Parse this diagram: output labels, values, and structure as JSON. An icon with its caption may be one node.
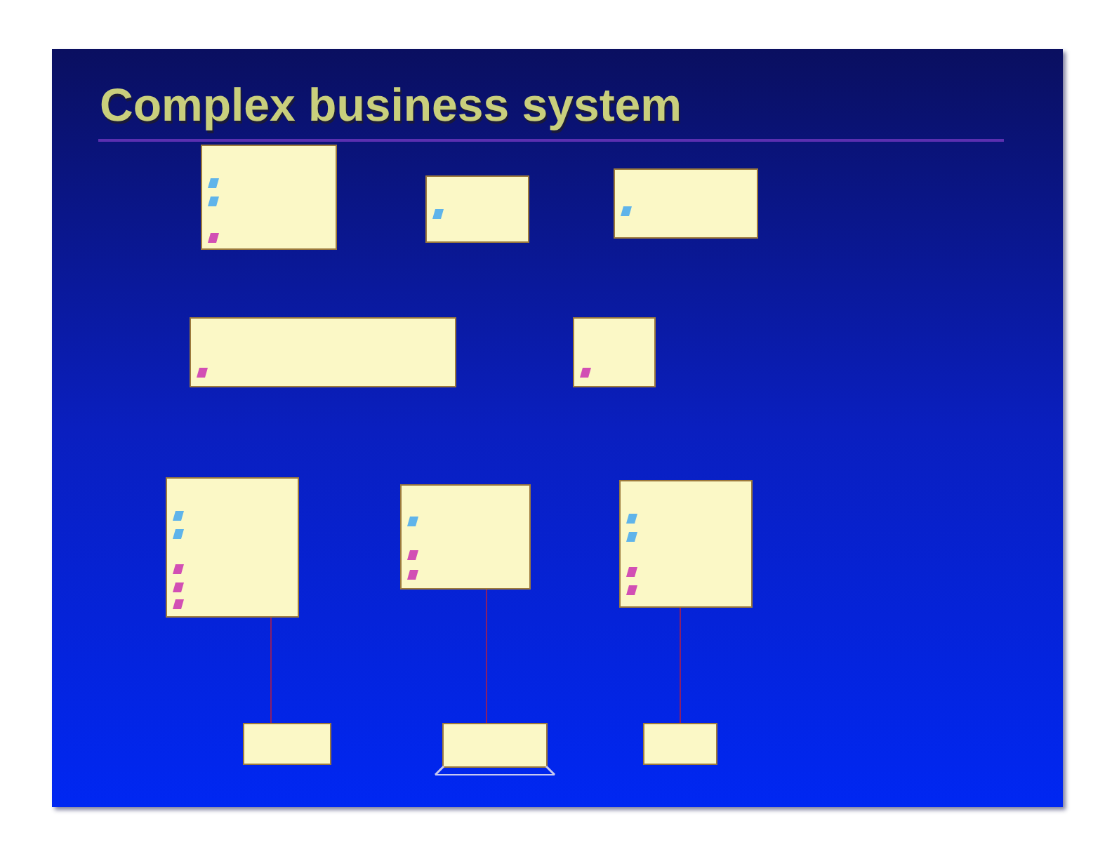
{
  "diagram": {
    "title": "Complex business system",
    "nodes": [
      {
        "text": [],
        "shape": "box"
      },
      {
        "text": [],
        "shape": "box"
      },
      {
        "text": [],
        "shape": "box"
      },
      {
        "text": [],
        "shape": "box"
      },
      {
        "text": [],
        "shape": "box"
      },
      {
        "text": [],
        "shape": "box"
      },
      {
        "text": [],
        "shape": "box"
      },
      {
        "text": [],
        "shape": "box"
      },
      {
        "text": [],
        "shape": "box"
      },
      {
        "text": [],
        "shape": "box"
      },
      {
        "text": [],
        "shape": "box"
      }
    ],
    "edges": [
      {
        "from": 5,
        "to": 8,
        "arrow": "none"
      },
      {
        "from": 6,
        "to": 9,
        "arrow": "none"
      },
      {
        "from": 7,
        "to": 10,
        "arrow": "none"
      }
    ]
  }
}
